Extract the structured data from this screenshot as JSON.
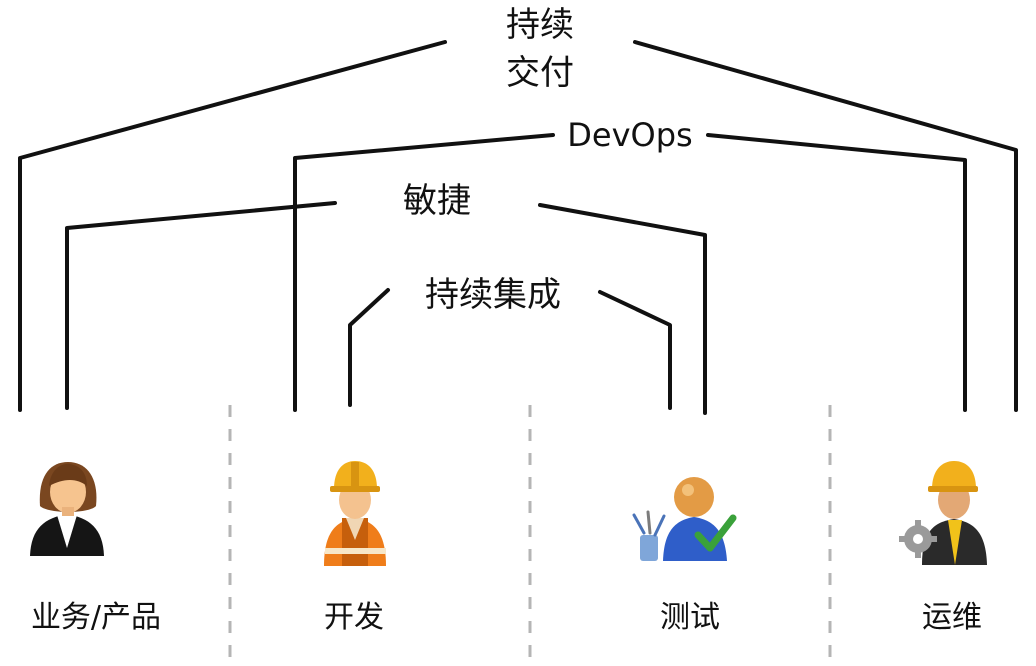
{
  "tiers": {
    "continuous_delivery": {
      "line1": "持续",
      "line2": "交付"
    },
    "devops": "DevOps",
    "agile": "敏捷",
    "continuous_integration": "持续集成"
  },
  "roles": [
    {
      "label": "业务/产品",
      "icon": "businesswoman-icon"
    },
    {
      "label": "开发",
      "icon": "developer-hardhat-icon"
    },
    {
      "label": "测试",
      "icon": "tester-check-icon"
    },
    {
      "label": "运维",
      "icon": "operations-gear-icon"
    }
  ],
  "colors": {
    "line": "#111111",
    "divider": "#b5b5b5",
    "hardhat": "#f2b01c",
    "vest": "#ef7d1a",
    "tester_body": "#2f5ec9",
    "check": "#3aa13a"
  }
}
